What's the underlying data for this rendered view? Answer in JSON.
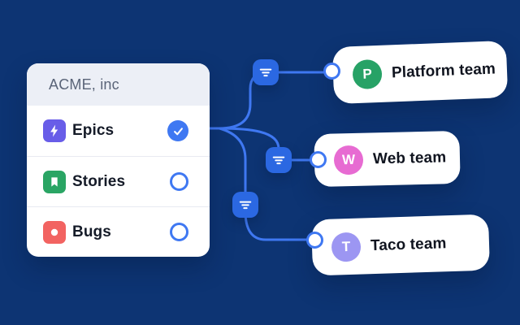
{
  "canvas": {
    "background_color": "#0D3473",
    "wire_color": "#3F78F2"
  },
  "org_card": {
    "title": "ACME, inc",
    "items": [
      {
        "label": "Epics",
        "icon": "lightning-icon",
        "icon_color": "#685DE8",
        "checked": true
      },
      {
        "label": "Stories",
        "icon": "bookmark-icon",
        "icon_color": "#2AA564",
        "checked": false
      },
      {
        "label": "Bugs",
        "icon": "dot-icon",
        "icon_color": "#F26361",
        "checked": false
      }
    ]
  },
  "filter_chips": {
    "icon": "filter-icon",
    "color": "#2B68E2",
    "count": 3
  },
  "teams": [
    {
      "name": "Platform team",
      "initial": "P",
      "avatar_color": "#27A266"
    },
    {
      "name": "Web team",
      "initial": "W",
      "avatar_color": "#E76BD2"
    },
    {
      "name": "Taco team",
      "initial": "T",
      "avatar_color": "#9C96F2"
    }
  ]
}
